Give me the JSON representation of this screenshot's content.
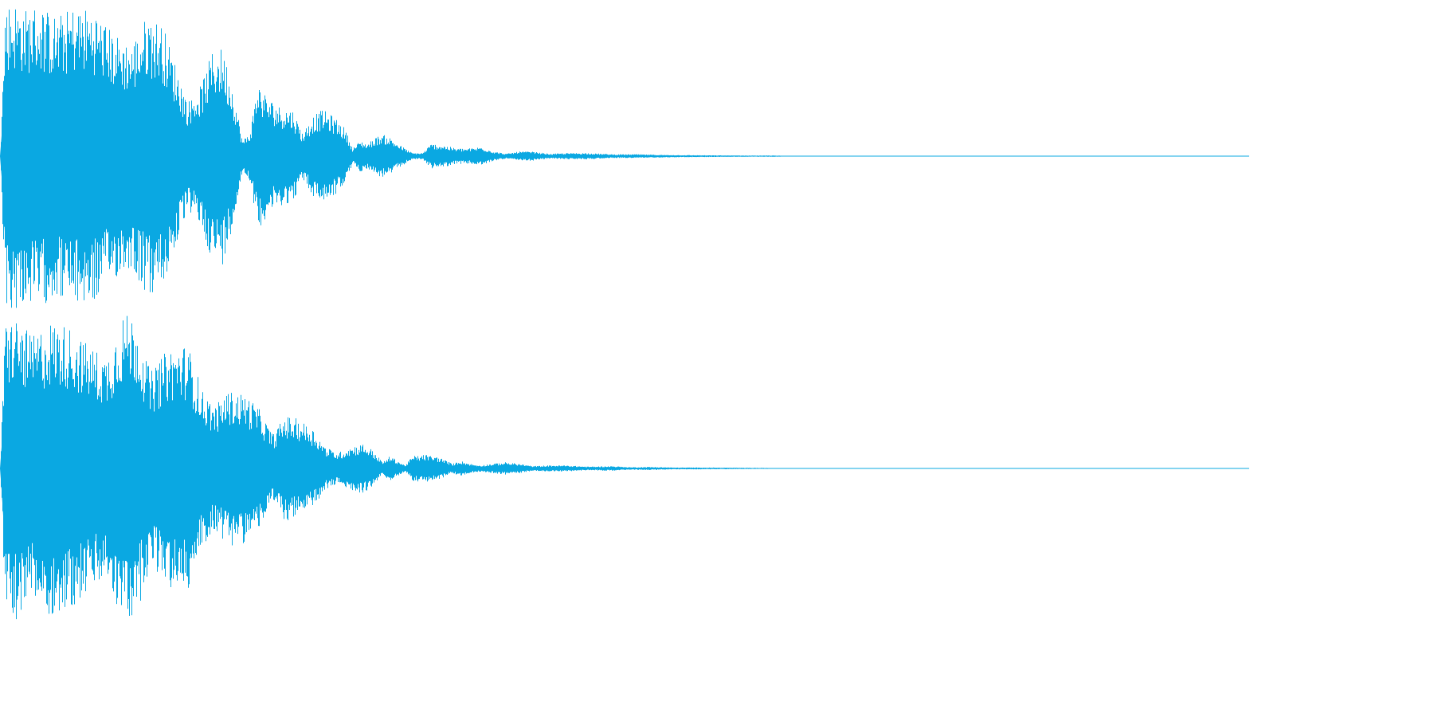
{
  "waveform": {
    "color": "#0aa8e2",
    "channel_count": 2,
    "duration_fraction_visible": 1.0,
    "channels": [
      {
        "envelope": [
          [
            0.0,
            0.0
          ],
          [
            0.004,
            0.98
          ],
          [
            0.01,
            1.0
          ],
          [
            0.02,
            0.95
          ],
          [
            0.03,
            0.98
          ],
          [
            0.045,
            0.9
          ],
          [
            0.06,
            0.97
          ],
          [
            0.075,
            0.95
          ],
          [
            0.09,
            0.8
          ],
          [
            0.105,
            0.72
          ],
          [
            0.118,
            0.92
          ],
          [
            0.13,
            0.85
          ],
          [
            0.142,
            0.55
          ],
          [
            0.15,
            0.35
          ],
          [
            0.16,
            0.45
          ],
          [
            0.17,
            0.68
          ],
          [
            0.178,
            0.7
          ],
          [
            0.186,
            0.45
          ],
          [
            0.194,
            0.1
          ],
          [
            0.2,
            0.16
          ],
          [
            0.206,
            0.48
          ],
          [
            0.214,
            0.38
          ],
          [
            0.224,
            0.32
          ],
          [
            0.234,
            0.3
          ],
          [
            0.242,
            0.15
          ],
          [
            0.25,
            0.26
          ],
          [
            0.258,
            0.3
          ],
          [
            0.268,
            0.25
          ],
          [
            0.276,
            0.18
          ],
          [
            0.282,
            0.05
          ],
          [
            0.288,
            0.1
          ],
          [
            0.294,
            0.08
          ],
          [
            0.3,
            0.12
          ],
          [
            0.306,
            0.14
          ],
          [
            0.312,
            0.12
          ],
          [
            0.32,
            0.07
          ],
          [
            0.33,
            0.02
          ],
          [
            0.338,
            0.02
          ],
          [
            0.345,
            0.08
          ],
          [
            0.355,
            0.07
          ],
          [
            0.365,
            0.05
          ],
          [
            0.375,
            0.05
          ],
          [
            0.385,
            0.06
          ],
          [
            0.395,
            0.03
          ],
          [
            0.405,
            0.015
          ],
          [
            0.415,
            0.03
          ],
          [
            0.425,
            0.03
          ],
          [
            0.44,
            0.015
          ],
          [
            0.455,
            0.02
          ],
          [
            0.47,
            0.02
          ],
          [
            0.49,
            0.012
          ],
          [
            0.51,
            0.012
          ],
          [
            0.53,
            0.008
          ],
          [
            0.56,
            0.006
          ],
          [
            0.6,
            0.004
          ],
          [
            0.62,
            0.004
          ],
          [
            0.64,
            0.0
          ],
          [
            1.0,
            0.0
          ]
        ]
      },
      {
        "envelope": [
          [
            0.0,
            0.0
          ],
          [
            0.004,
            0.95
          ],
          [
            0.012,
            0.98
          ],
          [
            0.025,
            0.85
          ],
          [
            0.04,
            0.95
          ],
          [
            0.055,
            0.92
          ],
          [
            0.07,
            0.8
          ],
          [
            0.085,
            0.72
          ],
          [
            0.098,
            1.0
          ],
          [
            0.108,
            0.98
          ],
          [
            0.12,
            0.62
          ],
          [
            0.135,
            0.78
          ],
          [
            0.15,
            0.8
          ],
          [
            0.162,
            0.5
          ],
          [
            0.172,
            0.4
          ],
          [
            0.182,
            0.5
          ],
          [
            0.196,
            0.48
          ],
          [
            0.206,
            0.4
          ],
          [
            0.218,
            0.22
          ],
          [
            0.228,
            0.34
          ],
          [
            0.238,
            0.32
          ],
          [
            0.25,
            0.26
          ],
          [
            0.26,
            0.14
          ],
          [
            0.27,
            0.1
          ],
          [
            0.28,
            0.14
          ],
          [
            0.29,
            0.16
          ],
          [
            0.298,
            0.12
          ],
          [
            0.306,
            0.04
          ],
          [
            0.312,
            0.08
          ],
          [
            0.318,
            0.05
          ],
          [
            0.324,
            0.02
          ],
          [
            0.33,
            0.08
          ],
          [
            0.34,
            0.09
          ],
          [
            0.352,
            0.07
          ],
          [
            0.362,
            0.03
          ],
          [
            0.368,
            0.05
          ],
          [
            0.376,
            0.03
          ],
          [
            0.384,
            0.02
          ],
          [
            0.394,
            0.03
          ],
          [
            0.404,
            0.04
          ],
          [
            0.416,
            0.03
          ],
          [
            0.426,
            0.015
          ],
          [
            0.44,
            0.02
          ],
          [
            0.452,
            0.02
          ],
          [
            0.47,
            0.012
          ],
          [
            0.49,
            0.015
          ],
          [
            0.505,
            0.008
          ],
          [
            0.52,
            0.01
          ],
          [
            0.54,
            0.006
          ],
          [
            0.56,
            0.006
          ],
          [
            0.58,
            0.005
          ],
          [
            0.6,
            0.004
          ],
          [
            0.63,
            0.002
          ],
          [
            0.65,
            0.0
          ],
          [
            1.0,
            0.0
          ]
        ]
      }
    ]
  }
}
